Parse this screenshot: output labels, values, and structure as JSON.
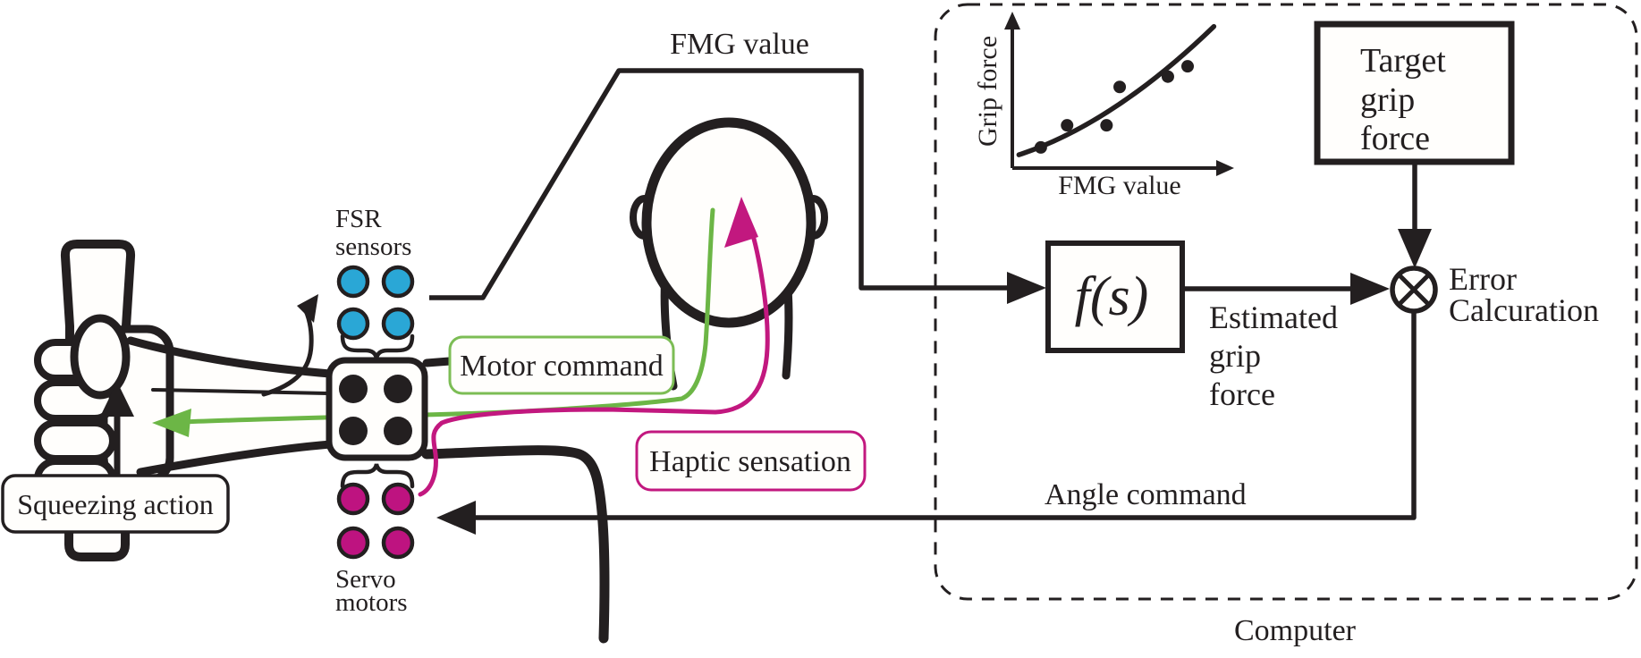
{
  "figure": {
    "left": {
      "squeezing_label": "Squeezing action",
      "fsr_label": [
        "FSR",
        "sensors"
      ],
      "servo_label": [
        "Servo",
        "motors"
      ]
    },
    "middle": {
      "fmg_value_label": "FMG value",
      "motor_command_label": "Motor command",
      "haptic_sensation_label": "Haptic sensation"
    },
    "computer": {
      "box_label": "Computer",
      "function_block_label": "f(s)",
      "target_box_label": [
        "Target",
        "grip",
        "force"
      ],
      "estimated_label": [
        "Estimated",
        "grip",
        "force"
      ],
      "error_label": [
        "Error",
        "Calcuration"
      ],
      "angle_command_label": "Angle command"
    },
    "colors": {
      "fsr_sensor_blue": "#2AA7D6",
      "servo_magenta": "#BE1380",
      "haptic_line_magenta": "#C2187F",
      "motor_line_green": "#6CB646",
      "motor_box_border_green": "#7CBD55",
      "ink": "#231F20",
      "background": "#FFFFFF"
    }
  },
  "chart_data": {
    "type": "scatter",
    "xlabel": "FMG value",
    "ylabel": "Grip force",
    "axes": "unlabeled (no tick marks or numbers)",
    "grid": false,
    "legend": false,
    "points_rel": [
      [
        0.13,
        0.14
      ],
      [
        0.25,
        0.29
      ],
      [
        0.43,
        0.29
      ],
      [
        0.49,
        0.55
      ],
      [
        0.71,
        0.62
      ],
      [
        0.8,
        0.69
      ]
    ],
    "fit_curve_rel": {
      "start": [
        0.03,
        0.09
      ],
      "control": [
        0.46,
        0.3
      ],
      "end": [
        0.92,
        0.96
      ]
    }
  }
}
